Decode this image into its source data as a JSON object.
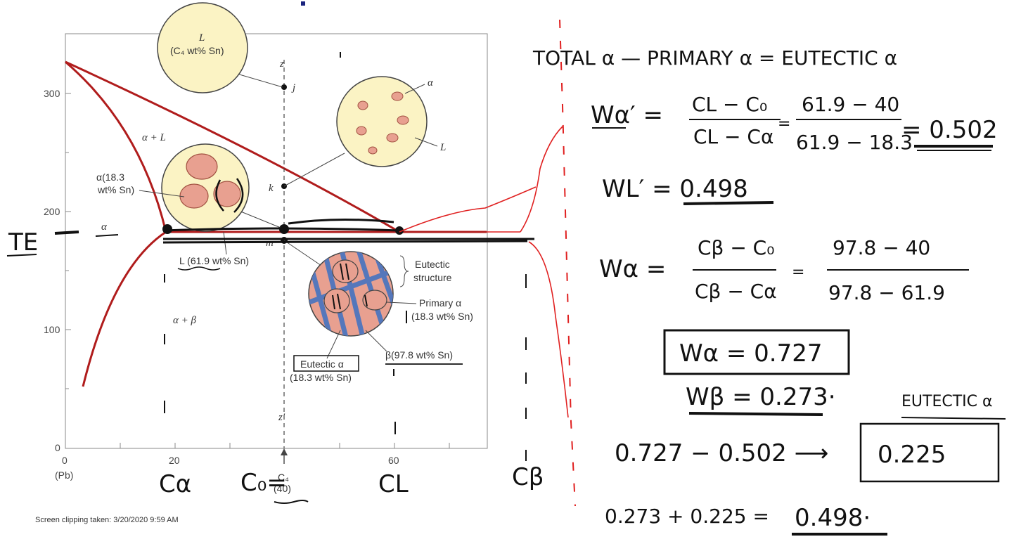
{
  "diagram": {
    "axis": {
      "y_ticks": [
        "300",
        "200",
        "100",
        "0"
      ],
      "x_ticks": [
        "0",
        "20",
        "60"
      ],
      "x_sub": "(Pb)"
    },
    "regions": {
      "alpha_L": "α + L",
      "alpha_beta": "α + β",
      "alpha": "α"
    },
    "points": {
      "z": "z",
      "j": "j",
      "k": "k",
      "m": "m",
      "z_prime": "z′"
    },
    "circles": {
      "liquid_title": "L",
      "liquid_sub": "(C₄ wt% Sn)",
      "alpha_grain": "α",
      "liquid_L": "L",
      "alpha_comp_1": "α(18.3",
      "alpha_comp_2": "wt% Sn)",
      "liquid_comp": "L (61.9 wt% Sn)"
    },
    "structure": {
      "eutectic_1": "Eutectic",
      "eutectic_2": "structure",
      "primary_1": "Primary α",
      "primary_2": "(18.3 wt% Sn)",
      "beta": "β(97.8 wt% Sn)",
      "eut_alpha_1": "Eutectic α",
      "eut_alpha_2": "(18.3 wt% Sn)"
    },
    "c4_label": "C₄",
    "c4_value": "(40)"
  },
  "annotations": {
    "te": "TE",
    "c_alpha": "Cα",
    "c0": "C₀=",
    "c_l": "CL",
    "c_beta": "Cβ",
    "line1": "TOTAL α  —  PRIMARY α  =   EUTECTIC α",
    "wa1_lhs": "Wα′ =",
    "wa1_num": "CL − C₀",
    "wa1_den": "CL − Cα",
    "wa1_num2": "61.9 − 40",
    "wa1_den2": "61.9 − 18.3",
    "wa1_result": "= 0.502",
    "wl": "WL′ = 0.498",
    "wa_lhs": "Wα =",
    "wa_num": "Cβ − C₀",
    "wa_den": "Cβ − Cα",
    "wa_num2": "97.8 − 40",
    "wa_den2": "97.8 − 61.9",
    "wa_box": "Wα = 0.727",
    "wb": "Wβ = 0.273·",
    "eutectic_alpha": "EUTECTIC α",
    "subtract": "0.727 − 0.502 ⟶",
    "result_box": "0.225",
    "sum": "0.273 + 0.225 =",
    "sum_result": "0.498·"
  },
  "footer": "Screen clipping taken: 3/20/2020 9:59 AM",
  "colors": {
    "phase_line": "#b01c1c",
    "ink_red": "#e02020",
    "circle_fill": "#fbf3c4",
    "grain": "#e8a090",
    "lamella": "#5577bb"
  }
}
